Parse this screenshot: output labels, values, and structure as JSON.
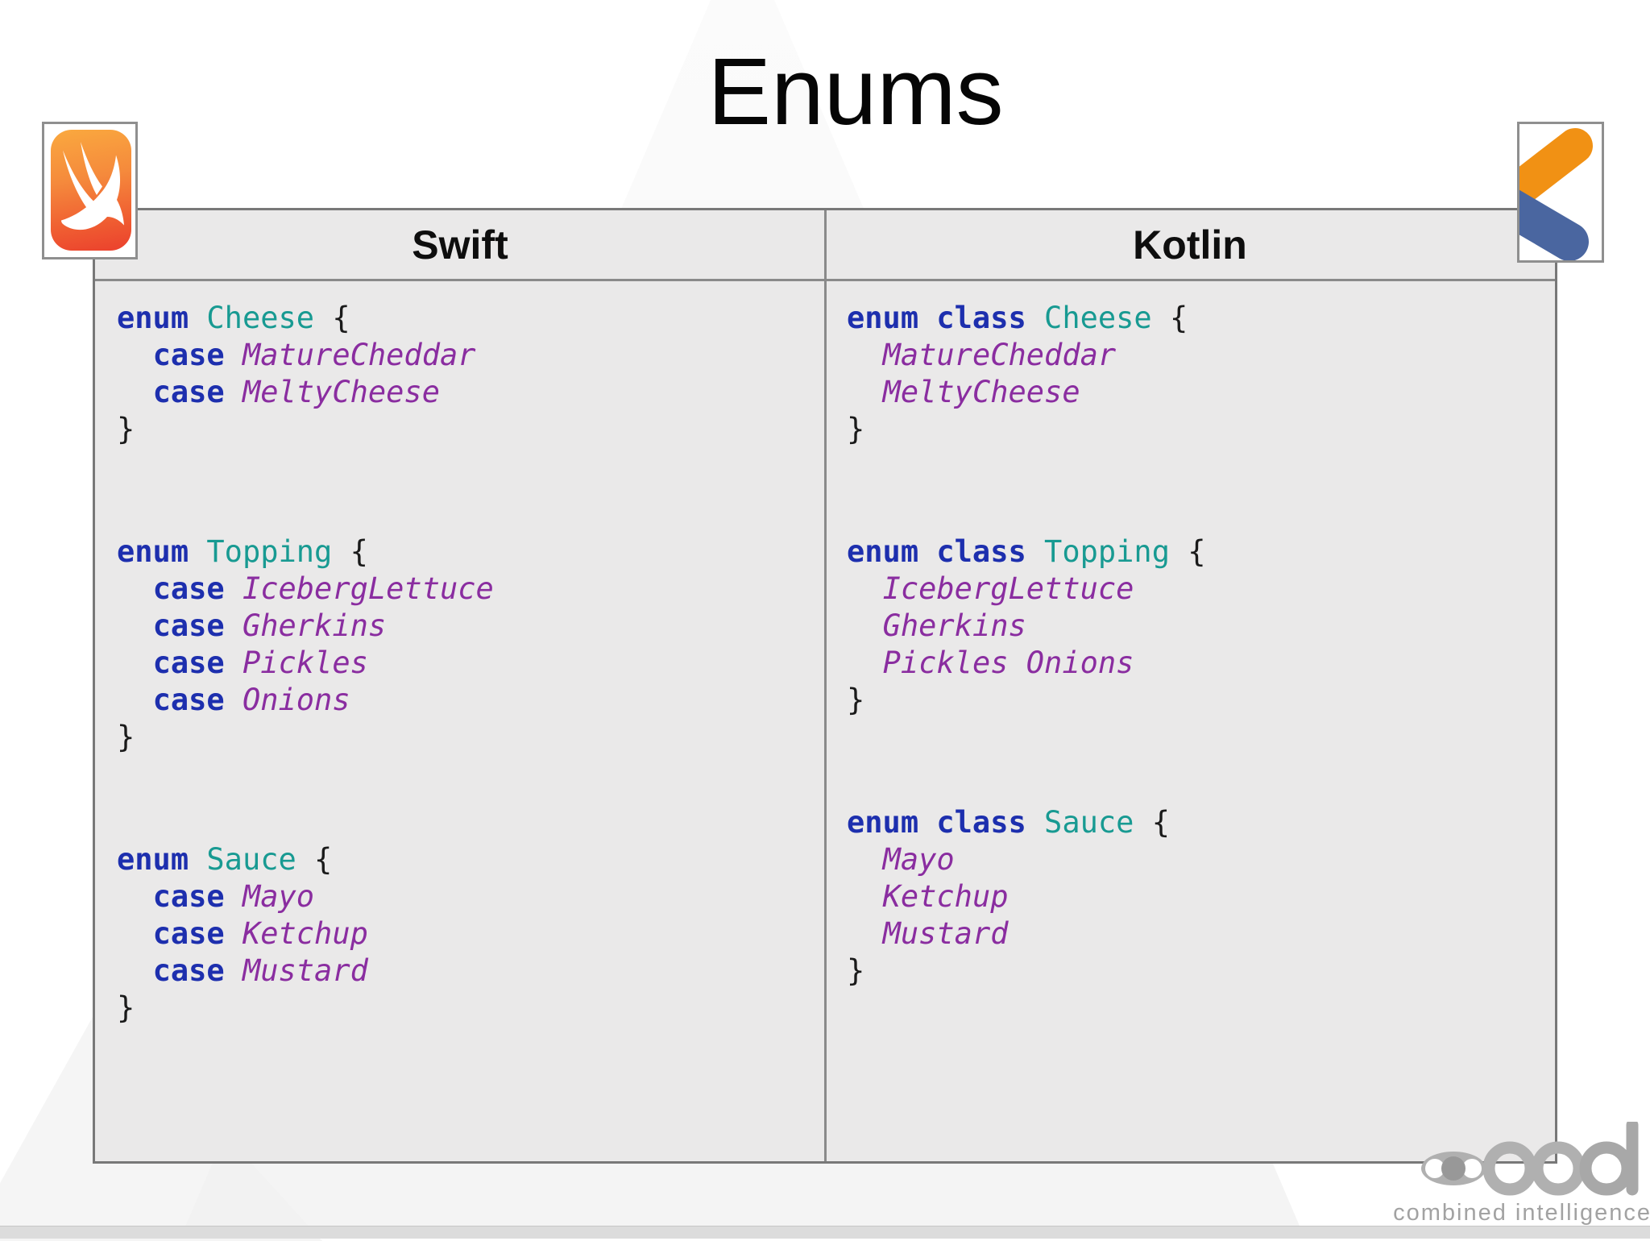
{
  "slide": {
    "title": "Enums"
  },
  "table": {
    "columns": [
      {
        "header": "Swift",
        "blocks": [
          [
            [
              {
                "t": "k",
                "s": "enum"
              },
              {
                "t": "p",
                "s": " "
              },
              {
                "t": "t",
                "s": "Cheese"
              },
              {
                "t": "p",
                "s": " {"
              }
            ],
            [
              {
                "t": "p",
                "s": "  "
              },
              {
                "t": "k",
                "s": "case"
              },
              {
                "t": "p",
                "s": " "
              },
              {
                "t": "v",
                "s": "MatureCheddar"
              }
            ],
            [
              {
                "t": "p",
                "s": "  "
              },
              {
                "t": "k",
                "s": "case"
              },
              {
                "t": "p",
                "s": " "
              },
              {
                "t": "v",
                "s": "MeltyCheese"
              }
            ],
            [
              {
                "t": "p",
                "s": "}"
              }
            ]
          ],
          [
            [
              {
                "t": "k",
                "s": "enum"
              },
              {
                "t": "p",
                "s": " "
              },
              {
                "t": "t",
                "s": "Topping"
              },
              {
                "t": "p",
                "s": " {"
              }
            ],
            [
              {
                "t": "p",
                "s": "  "
              },
              {
                "t": "k",
                "s": "case"
              },
              {
                "t": "p",
                "s": " "
              },
              {
                "t": "v",
                "s": "IcebergLettuce"
              }
            ],
            [
              {
                "t": "p",
                "s": "  "
              },
              {
                "t": "k",
                "s": "case"
              },
              {
                "t": "p",
                "s": " "
              },
              {
                "t": "v",
                "s": "Gherkins"
              }
            ],
            [
              {
                "t": "p",
                "s": "  "
              },
              {
                "t": "k",
                "s": "case"
              },
              {
                "t": "p",
                "s": " "
              },
              {
                "t": "v",
                "s": "Pickles"
              }
            ],
            [
              {
                "t": "p",
                "s": "  "
              },
              {
                "t": "k",
                "s": "case"
              },
              {
                "t": "p",
                "s": " "
              },
              {
                "t": "v",
                "s": "Onions"
              }
            ],
            [
              {
                "t": "p",
                "s": "}"
              }
            ]
          ],
          [
            [
              {
                "t": "k",
                "s": "enum"
              },
              {
                "t": "p",
                "s": " "
              },
              {
                "t": "t",
                "s": "Sauce"
              },
              {
                "t": "p",
                "s": " {"
              }
            ],
            [
              {
                "t": "p",
                "s": "  "
              },
              {
                "t": "k",
                "s": "case"
              },
              {
                "t": "p",
                "s": " "
              },
              {
                "t": "v",
                "s": "Mayo"
              }
            ],
            [
              {
                "t": "p",
                "s": "  "
              },
              {
                "t": "k",
                "s": "case"
              },
              {
                "t": "p",
                "s": " "
              },
              {
                "t": "v",
                "s": "Ketchup"
              }
            ],
            [
              {
                "t": "p",
                "s": "  "
              },
              {
                "t": "k",
                "s": "case"
              },
              {
                "t": "p",
                "s": " "
              },
              {
                "t": "v",
                "s": "Mustard"
              }
            ],
            [
              {
                "t": "p",
                "s": "}"
              }
            ]
          ]
        ]
      },
      {
        "header": "Kotlin",
        "blocks": [
          [
            [
              {
                "t": "k",
                "s": "enum class"
              },
              {
                "t": "p",
                "s": " "
              },
              {
                "t": "t",
                "s": "Cheese"
              },
              {
                "t": "p",
                "s": " {"
              }
            ],
            [
              {
                "t": "p",
                "s": "  "
              },
              {
                "t": "v",
                "s": "MatureCheddar"
              }
            ],
            [
              {
                "t": "p",
                "s": "  "
              },
              {
                "t": "v",
                "s": "MeltyCheese"
              }
            ],
            [
              {
                "t": "p",
                "s": "}"
              }
            ]
          ],
          [
            [
              {
                "t": "k",
                "s": "enum class"
              },
              {
                "t": "p",
                "s": " "
              },
              {
                "t": "t",
                "s": "Topping"
              },
              {
                "t": "p",
                "s": " {"
              }
            ],
            [
              {
                "t": "p",
                "s": "  "
              },
              {
                "t": "v",
                "s": "IcebergLettuce"
              }
            ],
            [
              {
                "t": "p",
                "s": "  "
              },
              {
                "t": "v",
                "s": "Gherkins"
              }
            ],
            [
              {
                "t": "p",
                "s": "  "
              },
              {
                "t": "v",
                "s": "Pickles Onions"
              }
            ],
            [
              {
                "t": "p",
                "s": "}"
              }
            ]
          ],
          [
            [
              {
                "t": "k",
                "s": "enum class"
              },
              {
                "t": "p",
                "s": " "
              },
              {
                "t": "t",
                "s": "Sauce"
              },
              {
                "t": "p",
                "s": " {"
              }
            ],
            [
              {
                "t": "p",
                "s": "  "
              },
              {
                "t": "v",
                "s": "Mayo"
              }
            ],
            [
              {
                "t": "p",
                "s": "  "
              },
              {
                "t": "v",
                "s": "Ketchup"
              }
            ],
            [
              {
                "t": "p",
                "s": "  "
              },
              {
                "t": "v",
                "s": "Mustard"
              }
            ],
            [
              {
                "t": "p",
                "s": "}"
              }
            ]
          ]
        ]
      }
    ]
  },
  "branding": {
    "mark": "ood",
    "tagline": "combined intelligence"
  },
  "syntax_colors": {
    "keyword": "#1d2fae",
    "type": "#189a92",
    "value": "#8a2da0",
    "brace": "#1a1a1a"
  },
  "accent_colors": {
    "swift_orange_top": "#faa93f",
    "swift_orange_bottom": "#eb402d",
    "kotlin_orange": "#f19114",
    "kotlin_blue": "#4a66a0",
    "table_bg": "#eae9e9",
    "table_border": "#787878"
  }
}
